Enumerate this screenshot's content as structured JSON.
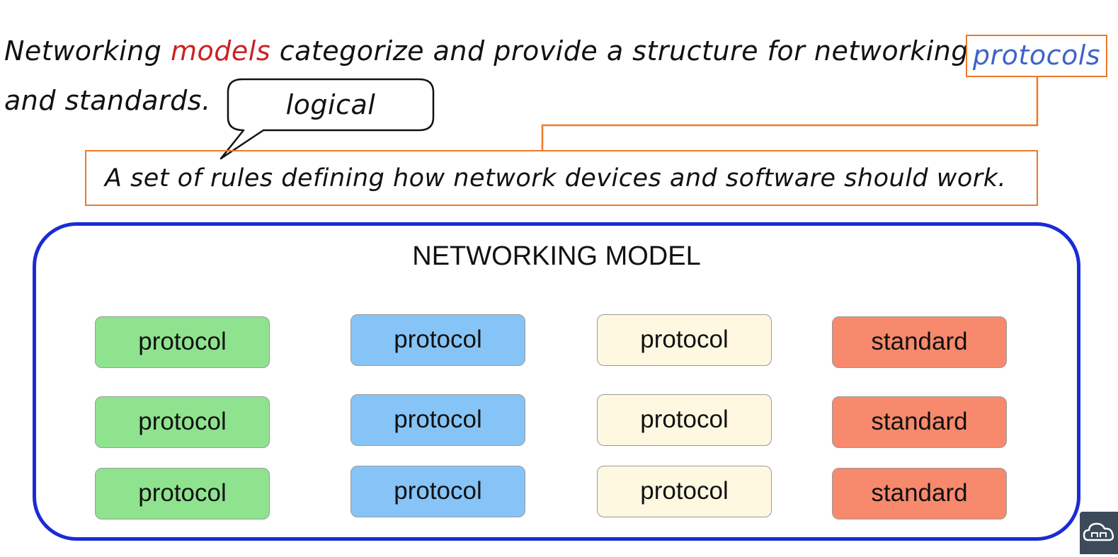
{
  "intro": {
    "part1": "Networking ",
    "models_word": "models",
    "part2": " categorize and provide a structure for networking",
    "protocols_word": "protocols",
    "line2": "and standards."
  },
  "callout": {
    "text": "logical"
  },
  "definition": {
    "text": "A set of rules defining how network devices and software should work."
  },
  "model": {
    "title": "NETWORKING MODEL",
    "columns": [
      {
        "color": "#8fe38f",
        "labels": [
          "protocol",
          "protocol",
          "protocol"
        ]
      },
      {
        "color": "#86c4f7",
        "labels": [
          "protocol",
          "protocol",
          "protocol"
        ]
      },
      {
        "color": "#fff8e1",
        "labels": [
          "protocol",
          "protocol",
          "protocol"
        ]
      },
      {
        "color": "#f7896d",
        "labels": [
          "standard",
          "standard",
          "standard"
        ]
      }
    ]
  },
  "colors": {
    "accent_orange": "#f07828",
    "frame_blue": "#1a2bd6",
    "models_red": "#cc2222",
    "protocols_blue": "#3f63c9"
  },
  "icons": {
    "corner_badge": "cloud-icon"
  }
}
